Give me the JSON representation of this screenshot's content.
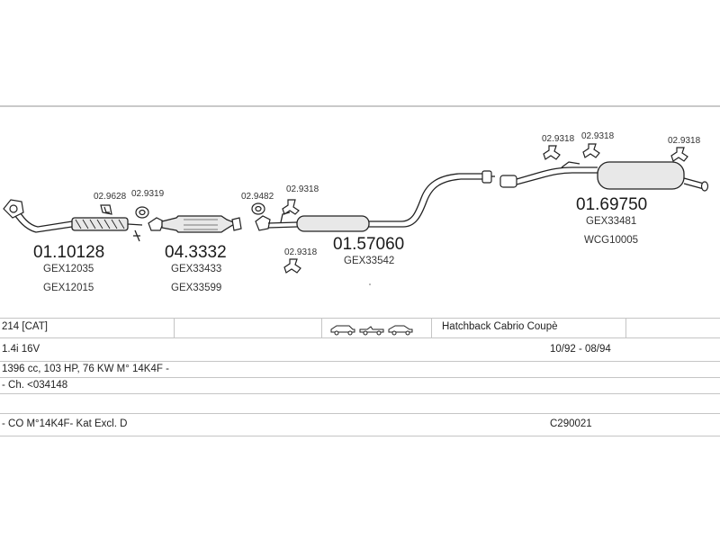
{
  "parts": [
    {
      "id": "front-pipe",
      "number": "01.10128",
      "refs": [
        "GEX12035",
        "GEX12015"
      ]
    },
    {
      "id": "catalyst",
      "number": "04.3332",
      "refs": [
        "GEX33433",
        "GEX33599"
      ]
    },
    {
      "id": "middle-silencer",
      "number": "01.57060",
      "refs": [
        "GEX33542"
      ]
    },
    {
      "id": "rear-silencer",
      "number": "01.69750",
      "refs": [
        "GEX33481",
        "WCG10005"
      ]
    }
  ],
  "fittings": {
    "a": "02.9628",
    "b": "02.9319",
    "c": "02.9482",
    "d": "02.9318",
    "e": "02.9318",
    "f": "02.9318",
    "g": "02.9318",
    "h": "02.9318"
  },
  "vehicle": {
    "model": "214  [CAT]",
    "body_types": "Hatchback Cabrio Coupè",
    "engine": "1.4i 16V",
    "years": "10/92 - 08/94",
    "spec": "1396 cc, 103 HP, 76 KW M° 14K4F -",
    "chassis": "- Ch. <034148",
    "note": "- CO M°14K4F- Kat Excl. D",
    "code": "C290021"
  }
}
